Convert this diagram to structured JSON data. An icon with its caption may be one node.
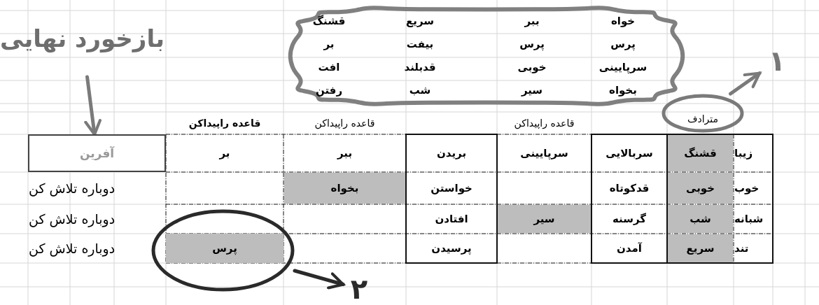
{
  "diagram": {
    "nodes": [
      {
        "text": [
          "خواه",
          "ببر",
          "سریع",
          "قشنگ",
          "پرس",
          "پرس",
          "بیفت",
          "بر",
          "سرپایینی",
          "خوبی",
          "قدبلند",
          "افت",
          "بخواه",
          "سیر",
          "شب",
          "رفتن"
        ]
      },
      {
        "text": [
          "مترادف"
        ]
      },
      {
        "text": [
          "۱"
        ]
      },
      {
        "text": [
          "پرس"
        ]
      },
      {
        "text": [
          "۲"
        ]
      },
      {
        "text": [
          "بازخورد نهایی"
        ]
      },
      {
        "text": [
          "آفرین"
        ]
      }
    ],
    "edges": [
      {
        "from": 1,
        "to": 2,
        "arrow": "to"
      },
      {
        "from": 3,
        "to": 4,
        "arrow": "to",
        "color": "#2a2a2a"
      },
      {
        "from": 5,
        "to": 6,
        "arrow": "to"
      }
    ],
    "labels": [
      "قاعده راپیداکن",
      "قاعده راپیداکن",
      "قاعده راپیداکن",
      "زیبا",
      "قشنگ",
      "سربالایی",
      "سرپایینی",
      "بریدن",
      "ببر",
      "بر",
      "خوب",
      "خوبی",
      "قدکوتاه",
      "خواستن",
      "بخواه",
      "دوباره تلاش کن",
      "شبانه",
      "شب",
      "گرسنه",
      "سیر",
      "افتادن",
      "دوباره تلاش کن",
      "تند",
      "سریع",
      "آمدن",
      "پرسیدن",
      "دوباره تلاش کن"
    ]
  }
}
